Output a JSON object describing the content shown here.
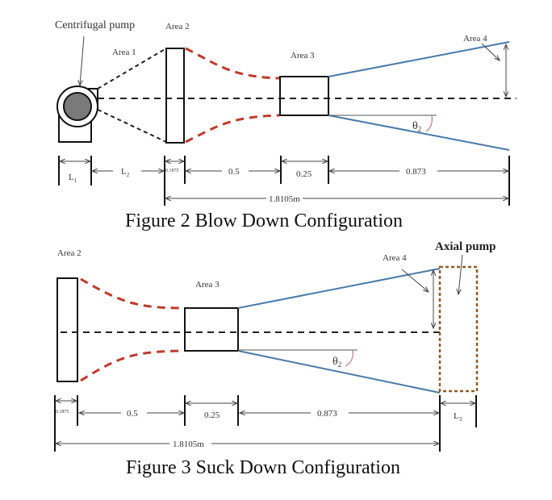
{
  "figure2": {
    "caption": "Figure 2 Blow Down Configuration",
    "labels": {
      "centrifugal_pump": "Centrifugal pump",
      "area1": "Area 1",
      "area2": "Area 2",
      "area3": "Area 3",
      "area4": "Area 4",
      "theta": "θ",
      "theta_sub": "2"
    },
    "dimensions": {
      "l1": "L",
      "l1_sub": "1",
      "l2": "L",
      "l2_sub": "2",
      "d1": "0.1875",
      "d2": "0.5",
      "d3": "0.25",
      "d4": "0.873",
      "total": "1.8105m"
    }
  },
  "figure3": {
    "caption": "Figure 3 Suck Down Configuration",
    "labels": {
      "axial_pump": "Axial pump",
      "area2": "Area 2",
      "area3": "Area 3",
      "area4": "Area 4",
      "theta": "θ",
      "theta_sub": "2"
    },
    "dimensions": {
      "d1": "0.1875",
      "d2": "0.5",
      "d3": "0.25",
      "d4": "0.873",
      "l3": "L",
      "l3_sub": "3",
      "total": "1.8105m"
    }
  },
  "colors": {
    "contraction": "#c0392b",
    "diffuser": "#4a7aa8",
    "axial_pump_box": "#8b5a2b"
  }
}
